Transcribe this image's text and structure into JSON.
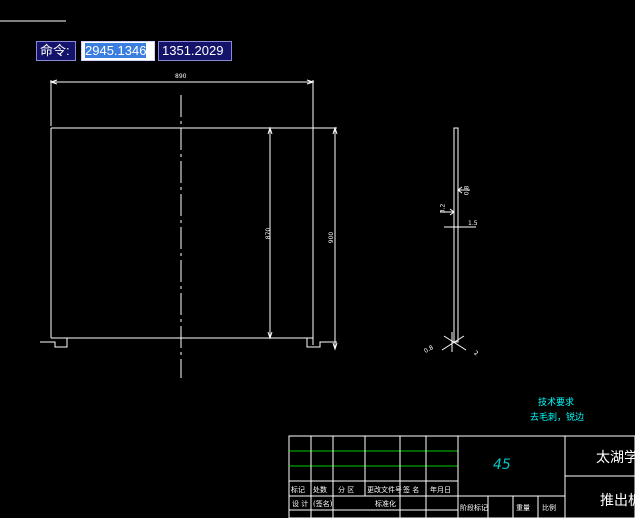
{
  "command_bar": {
    "label": "命令:",
    "x_value": "2945.1346",
    "y_value": "1351.2029"
  },
  "drawing": {
    "dimensions": {
      "top_width": "890",
      "inner_height": "870",
      "outer_height": "900"
    },
    "side_view": {
      "dim_a": "0.8",
      "dim_b": "3.2",
      "dim_c": "1.5",
      "dim_d": "0.8",
      "dim_e": "2"
    },
    "notes": {
      "heading": "技术要求",
      "line1": "去毛刺，锐边"
    }
  },
  "title_block": {
    "material": "45",
    "school": "太湖学院",
    "part_name": "推出板",
    "row_labels": [
      "标记",
      "处数",
      "分 区",
      "更改文件号",
      "签 名",
      "年月日"
    ],
    "row2_labels": [
      "设 计",
      "(签名)",
      "标准化"
    ],
    "stage_labels": [
      "阶段标记",
      "重量",
      "比例"
    ]
  },
  "colors": {
    "background": "#000000",
    "lines": "#ffffff",
    "grid_green": "#00c800",
    "material_text": "#00c8c8",
    "notes_text": "#00ffff"
  }
}
